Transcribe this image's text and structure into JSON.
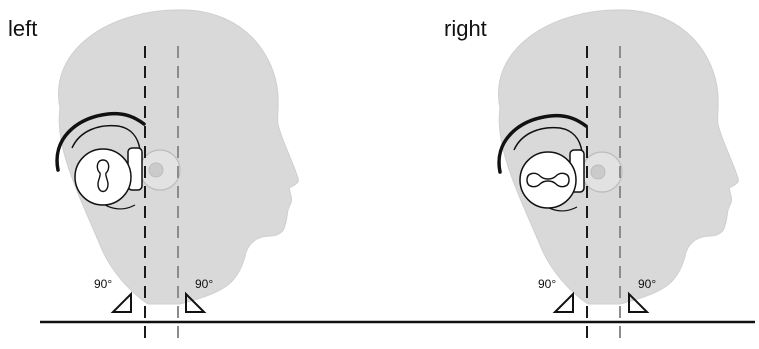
{
  "labels": {
    "left": "left",
    "right": "right"
  },
  "angles": {
    "left_a": "90°",
    "left_b": "90°",
    "right_a": "90°",
    "right_b": "90°"
  },
  "colors": {
    "head": "#d9d9d9",
    "outline": "#1a1a1a",
    "guide_dark": "#1a1a1a",
    "guide_light": "#8c8c8c"
  }
}
